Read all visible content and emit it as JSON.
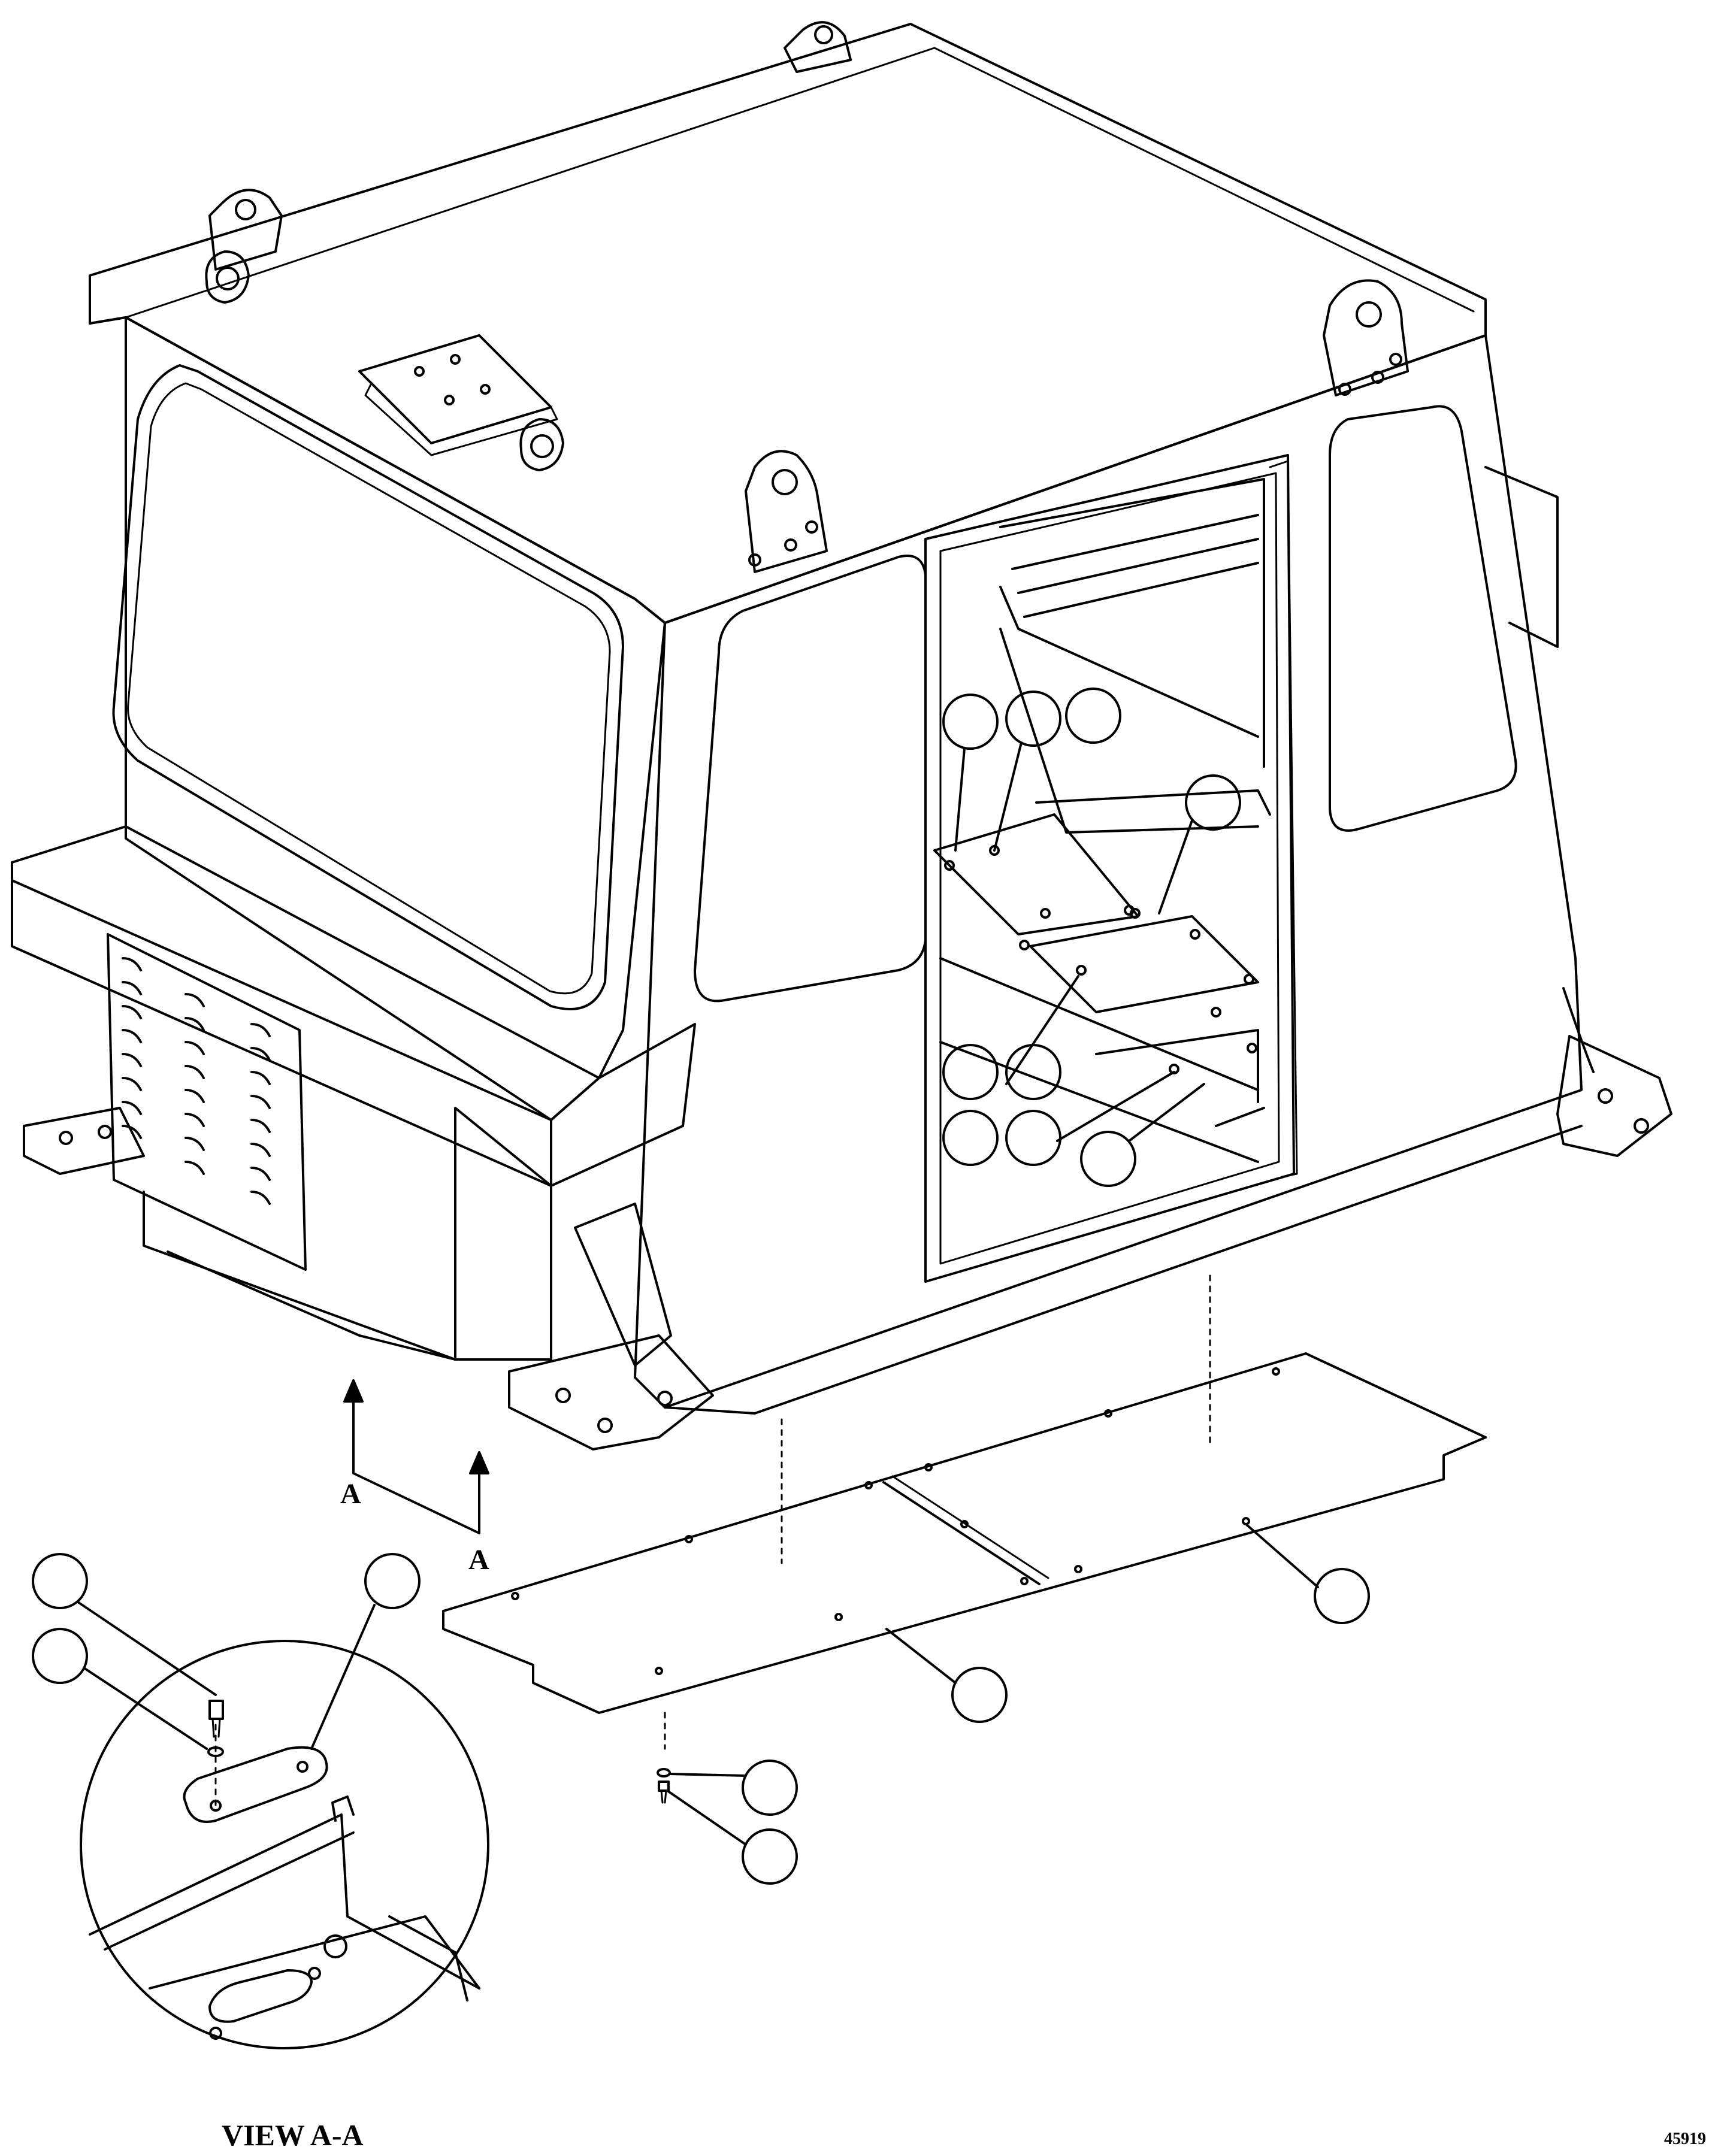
{
  "section_marker": "A",
  "view_caption": "VIEW A-A",
  "figure_number": "45919",
  "colors": {
    "line": "#000000",
    "background": "#ffffff"
  }
}
